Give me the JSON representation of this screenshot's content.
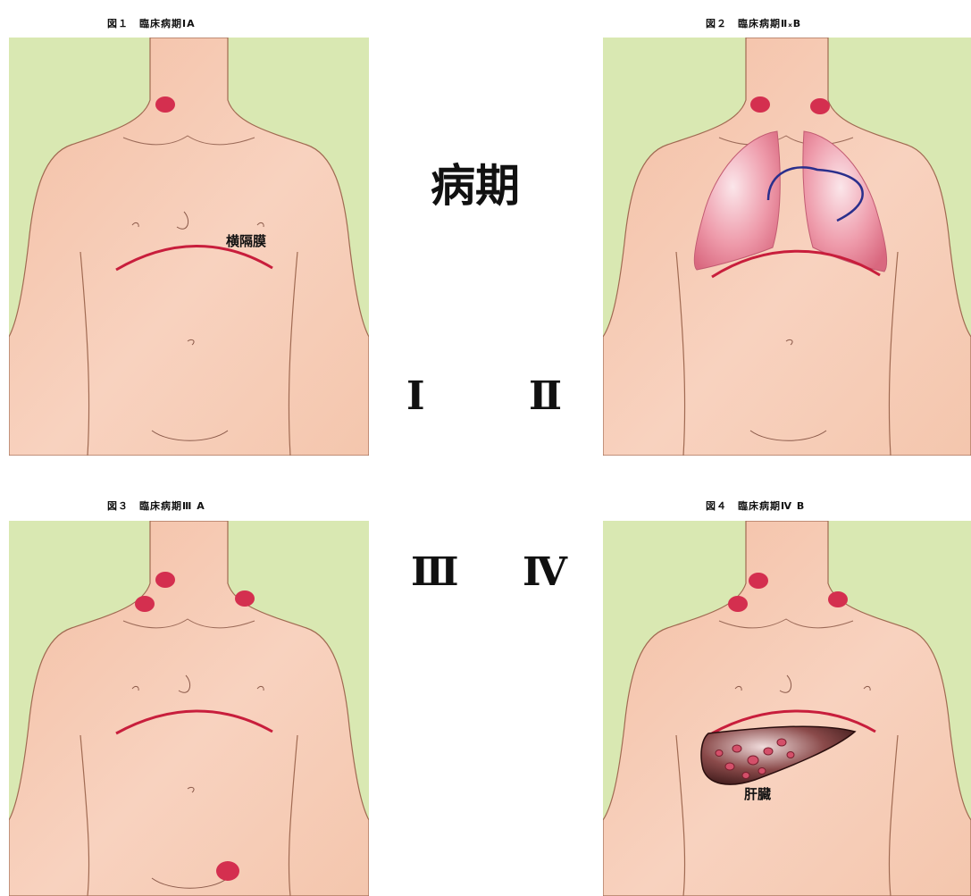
{
  "figures": [
    {
      "caption": "図１　臨床病期ⅠA"
    },
    {
      "caption": "図２　臨床病期ⅡₓB"
    },
    {
      "caption": "図３　臨床病期Ⅲ A"
    },
    {
      "caption": "図４　臨床病期Ⅳ B"
    }
  ],
  "labels": {
    "diaphragm": "横隔膜",
    "liver": "肝臓"
  },
  "center": {
    "title": "病期",
    "stage_1": "Ⅰ",
    "stage_2": "Ⅱ",
    "stage_3": "Ⅲ",
    "stage_4": "Ⅳ"
  },
  "colors": {
    "background": "#d9e8b2",
    "skin": "#f6c6ac",
    "lymph_node": "#d42f4f",
    "diaphragm_line": "#c81e3c",
    "lung_line": "#2a2f8c",
    "liver": "#5a2a2a"
  }
}
